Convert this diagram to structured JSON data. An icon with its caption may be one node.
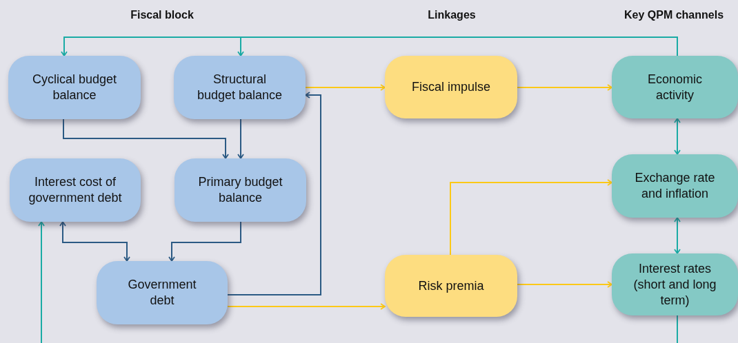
{
  "diagram": {
    "nodes": [
      {
        "text": [
          "Cyclical budget balance"
        ]
      },
      {
        "text": [
          "Structural budget balance"
        ]
      },
      {
        "text": [
          "Interest cost of government debt"
        ]
      },
      {
        "text": [
          "Primary budget balance"
        ]
      },
      {
        "text": [
          "Government debt"
        ]
      },
      {
        "text": [
          "Fiscal impulse"
        ]
      },
      {
        "text": [
          "Risk premia"
        ]
      },
      {
        "text": [
          "Economic activity"
        ]
      },
      {
        "text": [
          "Exchange rate and inflation"
        ]
      },
      {
        "text": [
          "Interest rates (short and long term)"
        ]
      }
    ],
    "edges": [
      {
        "from": 7,
        "to": 0,
        "arrow": "to"
      },
      {
        "from": 7,
        "to": 1,
        "arrow": "to"
      },
      {
        "from": 1,
        "to": 5,
        "arrow": "to",
        "color": "#fcc917"
      },
      {
        "from": 5,
        "to": 7,
        "arrow": "to",
        "color": "#fcc917"
      },
      {
        "from": 0,
        "to": 3,
        "arrow": "to",
        "color": "#2b5a84"
      },
      {
        "from": 1,
        "to": 3,
        "arrow": "to",
        "color": "#2b5a84"
      },
      {
        "from": 2,
        "to": 4,
        "arrow": "both",
        "color": "#2b5a84"
      },
      {
        "from": 3,
        "to": 4,
        "arrow": "to",
        "color": "#2b5a84"
      },
      {
        "from": 4,
        "to": 1,
        "arrow": "to",
        "color": "#2b5a84"
      },
      {
        "from": 4,
        "to": 6,
        "arrow": "to",
        "color": "#fcc917"
      },
      {
        "from": 6,
        "to": 8,
        "arrow": "to",
        "color": "#fcc917"
      },
      {
        "from": 6,
        "to": 9,
        "arrow": "to",
        "color": "#fcc917"
      },
      {
        "from": 7,
        "to": 8,
        "arrow": "both"
      },
      {
        "from": 8,
        "to": 9,
        "arrow": "both"
      },
      {
        "from": 9,
        "to": null,
        "arrow": "none"
      },
      {
        "from": null,
        "to": 2,
        "arrow": "to"
      }
    ],
    "labels": [
      "Fiscal block",
      "Linkages",
      "Key QPM channels"
    ]
  }
}
